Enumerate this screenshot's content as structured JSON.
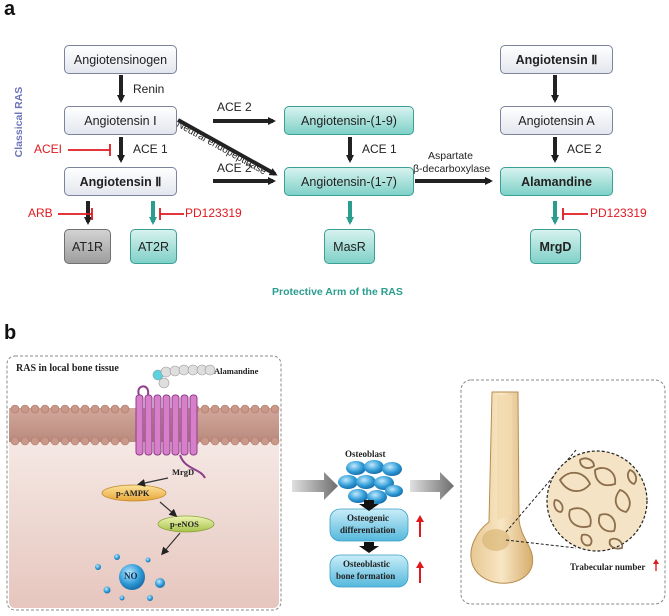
{
  "panel_a": {
    "letter": "a",
    "classical_ras": "Classical RAS",
    "protective_arm": "Protective Arm of the RAS",
    "nodes": {
      "angiotensinogen": "Angiotensinogen",
      "ang1": "Angiotensin Ⅰ",
      "ang2_left": "Angiotensin Ⅱ",
      "at1r": "AT1R",
      "at2r": "AT2R",
      "ang19": "Angiotensin-(1-9)",
      "ang17": "Angiotensin-(1-7)",
      "masr": "MasR",
      "ang2_right": "Angiotensin Ⅱ",
      "ang_a": "Angiotensin A",
      "alamandine": "Alamandine",
      "mrgd": "MrgD"
    },
    "labels": {
      "renin": "Renin",
      "ace1_left": "ACE 1",
      "acei": "ACEI",
      "ace2_top": "ACE 2",
      "neutral_endopeptidase": "Neutral endopeptidase",
      "ace2_mid": "ACE 2",
      "ace1_mid": "ACE 1",
      "aspartate": "Aspartate",
      "decarboxylase": "β-decarboxylase",
      "ace2_right": "ACE 2",
      "arb": "ARB",
      "pd_left": "PD123319",
      "pd_right": "PD123319"
    }
  },
  "panel_b": {
    "letter": "b",
    "left_box_title": "RAS in local bone tissue",
    "alamandine": "Alamandine",
    "mrgd": "MrgD",
    "p_ampk": "p-AMPK",
    "p_enos": "p-eNOS",
    "no": "NO",
    "osteoblast": "Osteoblast",
    "osteogenic_1": "Osteogenic",
    "osteogenic_2": "differentiation",
    "osteoblastic_1": "Osteoblastic",
    "osteoblastic_2": "bone formation",
    "trabecular": "Trabecular number"
  },
  "colors": {
    "red": "#e0191e",
    "teal": "#2a9d8f",
    "classical_label": "#6a74b8"
  }
}
